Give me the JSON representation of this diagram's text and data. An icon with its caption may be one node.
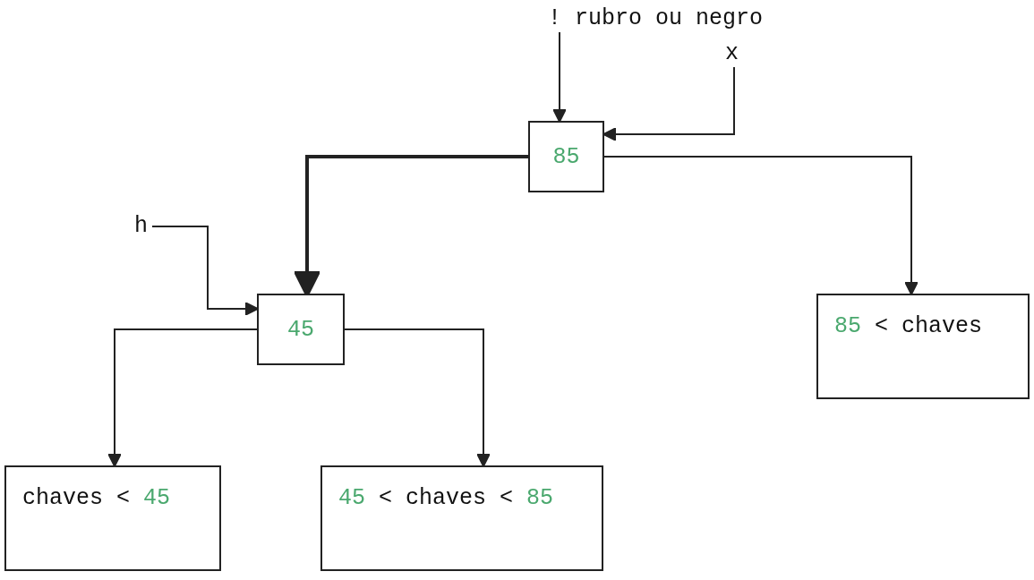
{
  "diagram": {
    "nodes": [
      {
        "text": [
          "! rubro ou negro"
        ]
      },
      {
        "text": [
          "x"
        ]
      },
      {
        "text": [
          "85"
        ]
      },
      {
        "text": [
          "h"
        ]
      },
      {
        "text": [
          "45"
        ]
      },
      {
        "text": [
          "85 < chaves"
        ]
      },
      {
        "text": [
          "chaves < 45"
        ]
      },
      {
        "text": [
          "45 < chaves < 85"
        ]
      }
    ],
    "edges": [
      {
        "from": 0,
        "to": 2,
        "arrow": "to"
      },
      {
        "from": 1,
        "to": 2,
        "arrow": "to"
      },
      {
        "from": 2,
        "to": 4,
        "arrow": "to",
        "style": "thick"
      },
      {
        "from": 2,
        "to": 5,
        "arrow": "to"
      },
      {
        "from": 3,
        "to": 4,
        "arrow": "to"
      },
      {
        "from": 4,
        "to": 6,
        "arrow": "to"
      },
      {
        "from": 4,
        "to": 7,
        "arrow": "to"
      }
    ]
  }
}
